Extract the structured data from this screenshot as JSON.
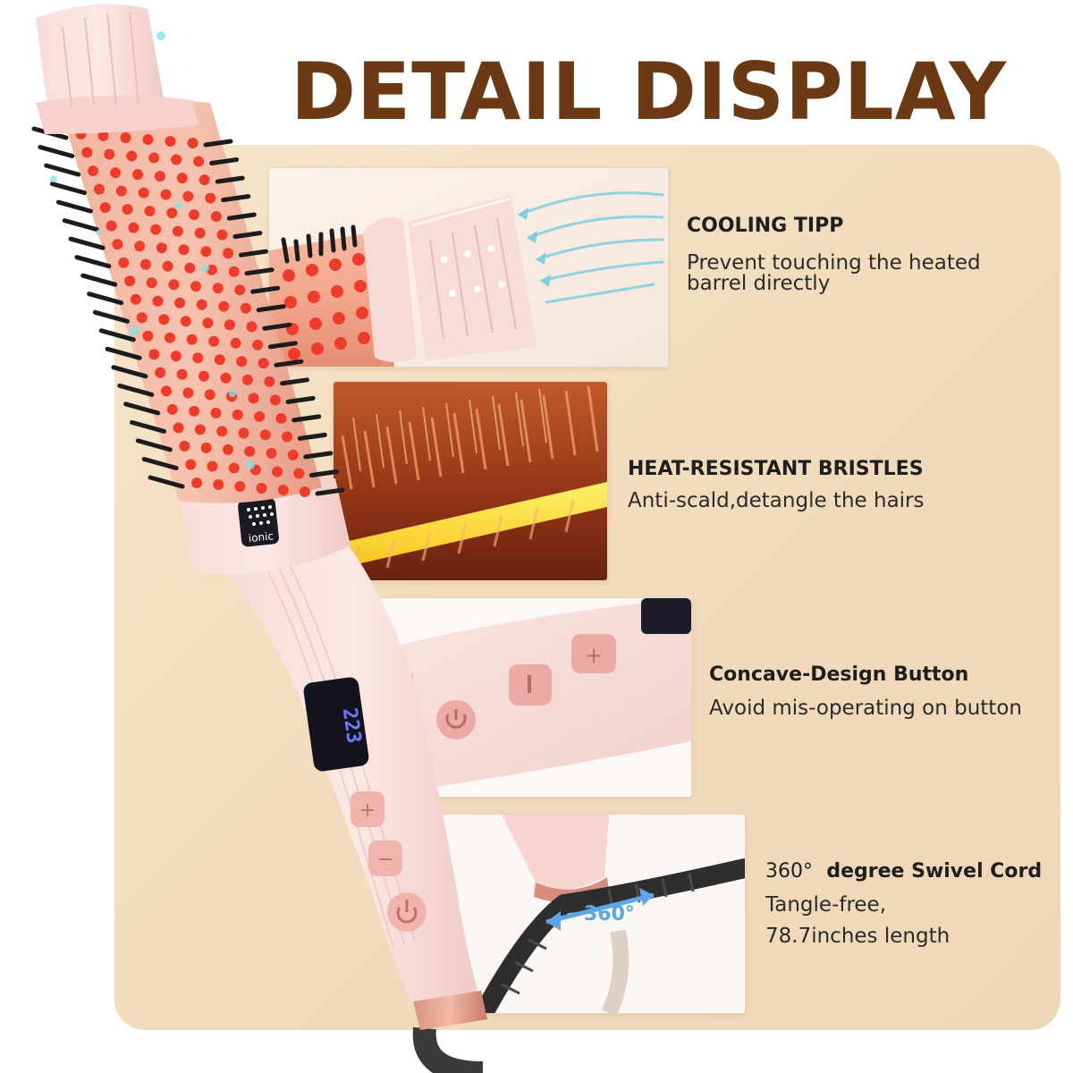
{
  "title": "DETAIL DISPLAY",
  "colors": {
    "title": "#6b3a14",
    "panel": "#f3dfc3",
    "brush_body": "#f6d4d0",
    "bristle_dot": "#ef3b2a",
    "lcd_glow": "#6c7cff",
    "cord": "#333333",
    "swivel_arrow": "#5aa6e6"
  },
  "product": {
    "badge_label": "ionic",
    "lcd_value": "223",
    "buttons": [
      "+",
      "−",
      "power-icon"
    ]
  },
  "features": [
    {
      "title": "COOLING TIPP",
      "desc_lines": [
        "Prevent touching the heated",
        "barrel directly"
      ],
      "icon": "cooling-tip-closeup"
    },
    {
      "title": "HEAT-RESISTANT BRISTLES",
      "desc_lines": [
        "Anti-scald,detangle the hairs"
      ],
      "icon": "bristles-closeup"
    },
    {
      "title": "Concave-Design Button",
      "desc_lines": [
        "Avoid mis-operating on button"
      ],
      "icon": "buttons-closeup"
    },
    {
      "title_prefix": "360°",
      "title": "degree Swivel Cord",
      "desc_lines": [
        "Tangle-free,",
        "78.7inches length"
      ],
      "badge": "360°",
      "icon": "swivel-cord-closeup"
    }
  ]
}
